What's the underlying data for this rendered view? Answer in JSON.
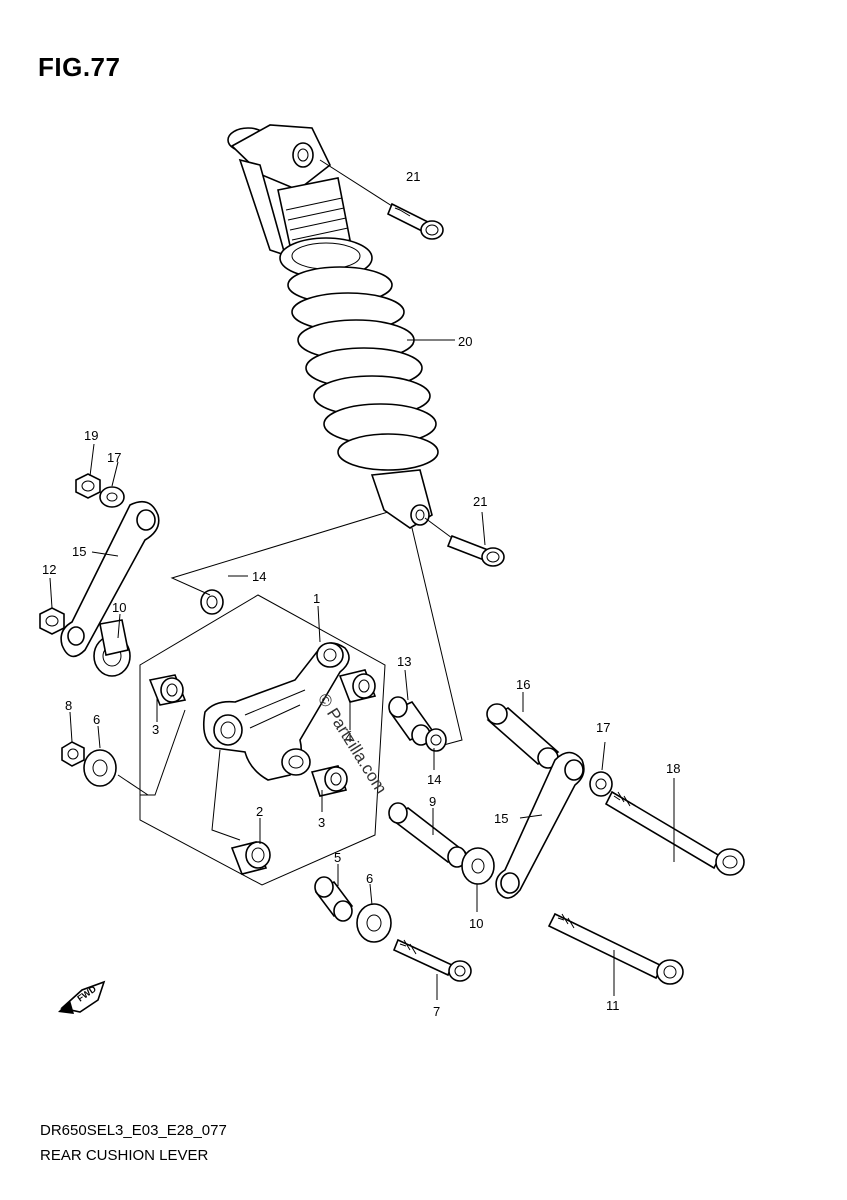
{
  "figure": {
    "title": "FIG.77",
    "code": "DR650SEL3_E03_E28_077",
    "name": "REAR CUSHION LEVER",
    "watermark": "© Partzilla.com",
    "fwd_label": "FWD"
  },
  "callouts": [
    {
      "id": "c21a",
      "label": "21"
    },
    {
      "id": "c20",
      "label": "20"
    },
    {
      "id": "c19",
      "label": "19"
    },
    {
      "id": "c17a",
      "label": "17"
    },
    {
      "id": "c21b",
      "label": "21"
    },
    {
      "id": "c15a",
      "label": "15"
    },
    {
      "id": "c12",
      "label": "12"
    },
    {
      "id": "c14a",
      "label": "14"
    },
    {
      "id": "c10a",
      "label": "10"
    },
    {
      "id": "c1",
      "label": "1"
    },
    {
      "id": "c13",
      "label": "13"
    },
    {
      "id": "c16",
      "label": "16"
    },
    {
      "id": "c3a",
      "label": "3"
    },
    {
      "id": "c4",
      "label": "4"
    },
    {
      "id": "c8",
      "label": "8"
    },
    {
      "id": "c6a",
      "label": "6"
    },
    {
      "id": "c17b",
      "label": "17"
    },
    {
      "id": "c18",
      "label": "18"
    },
    {
      "id": "c14b",
      "label": "14"
    },
    {
      "id": "c9",
      "label": "9"
    },
    {
      "id": "c15b",
      "label": "15"
    },
    {
      "id": "c3b",
      "label": "3"
    },
    {
      "id": "c2",
      "label": "2"
    },
    {
      "id": "c5",
      "label": "5"
    },
    {
      "id": "c6b",
      "label": "6"
    },
    {
      "id": "c10b",
      "label": "10"
    },
    {
      "id": "c7",
      "label": "7"
    },
    {
      "id": "c11",
      "label": "11"
    }
  ]
}
